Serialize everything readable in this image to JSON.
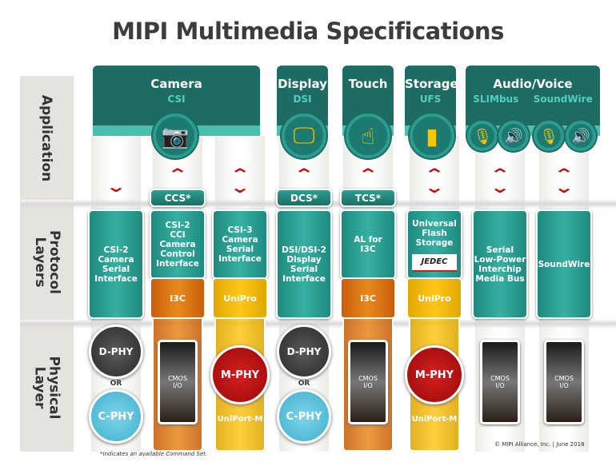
{
  "title": "MIPI Multimedia Specifications",
  "layers": {
    "application": "Application",
    "protocol": "Protocol Layers",
    "physical": "Physical Layer"
  },
  "groups": [
    {
      "title": "Camera",
      "subs": [
        "CSI"
      ],
      "icons": [
        "camera-icon"
      ]
    },
    {
      "title": "Display",
      "subs": [
        "DSI"
      ],
      "icons": [
        "monitor-icon"
      ]
    },
    {
      "title": "Touch",
      "subs": [
        ""
      ],
      "icons": [
        "touch-hand-icon"
      ]
    },
    {
      "title": "Storage",
      "subs": [
        "UFS"
      ],
      "icons": [
        "sd-card-icon"
      ]
    },
    {
      "title": "Audio/Voice",
      "subs": [
        "SLIMbus",
        "SoundWire"
      ],
      "icons": [
        "microphone-icon",
        "speaker-icon",
        "microphone-icon",
        "speaker-icon"
      ]
    }
  ],
  "command_sets": [
    {
      "label": "CCS*",
      "column": 1
    },
    {
      "label": "DCS*",
      "column": 3
    },
    {
      "label": "TCS*",
      "column": 4
    }
  ],
  "columns": [
    {
      "protocol": [
        "CSI-2",
        "Camera",
        "Serial",
        "Interface"
      ],
      "arrow": "down",
      "lower": null,
      "phy": "dphy-cphy"
    },
    {
      "protocol": [
        "CSI-2",
        "CCI",
        "Camera",
        "Control",
        "Interface"
      ],
      "arrow": "both",
      "lower": "I3C",
      "lower_color": "orange",
      "phy": "cmos"
    },
    {
      "protocol": [
        "CSI-3",
        "Camera",
        "Serial",
        "Interface"
      ],
      "arrow": "both",
      "lower": "UniPro",
      "lower_color": "yellow",
      "phy": "mphy"
    },
    {
      "protocol": [
        "DSI/DSI-2",
        "Display",
        "Serial",
        "Interface"
      ],
      "arrow": "up",
      "lower": null,
      "phy": "dphy-cphy"
    },
    {
      "protocol": [
        "AL for",
        "I3C"
      ],
      "arrow": "both",
      "lower": "I3C",
      "lower_color": "orange",
      "phy": "cmos"
    },
    {
      "protocol": [
        "Universal",
        "Flash",
        "Storage"
      ],
      "logo": "JEDEC",
      "arrow": "both",
      "lower": "UniPro",
      "lower_color": "yellow",
      "phy": "mphy"
    },
    {
      "protocol": [
        "Serial",
        "Low-Power",
        "Interchip",
        "Media Bus"
      ],
      "arrow": "both",
      "lower": null,
      "phy": "cmos"
    },
    {
      "protocol": [
        "SoundWire"
      ],
      "arrow": "both",
      "lower": null,
      "phy": "cmos"
    }
  ],
  "phy": {
    "dphy": "D-PHY",
    "or": "OR",
    "cphy": "C-PHY",
    "mphy": "M-PHY",
    "uniport": "UniPort-M",
    "cmos": [
      "CMOS",
      "I/O"
    ]
  },
  "colors": {
    "header": "#1d6b62",
    "teal": "#2a9d90",
    "orange": "#e07b16",
    "yellow": "#f8bb10",
    "red": "#c41010",
    "dphy": "#3e3e3e",
    "cphy": "#4ab8d6"
  },
  "footer": {
    "copyright": "© MIPI Alliance, Inc.",
    "date": "June 2018",
    "note": "*Indicates an available Command Set."
  }
}
